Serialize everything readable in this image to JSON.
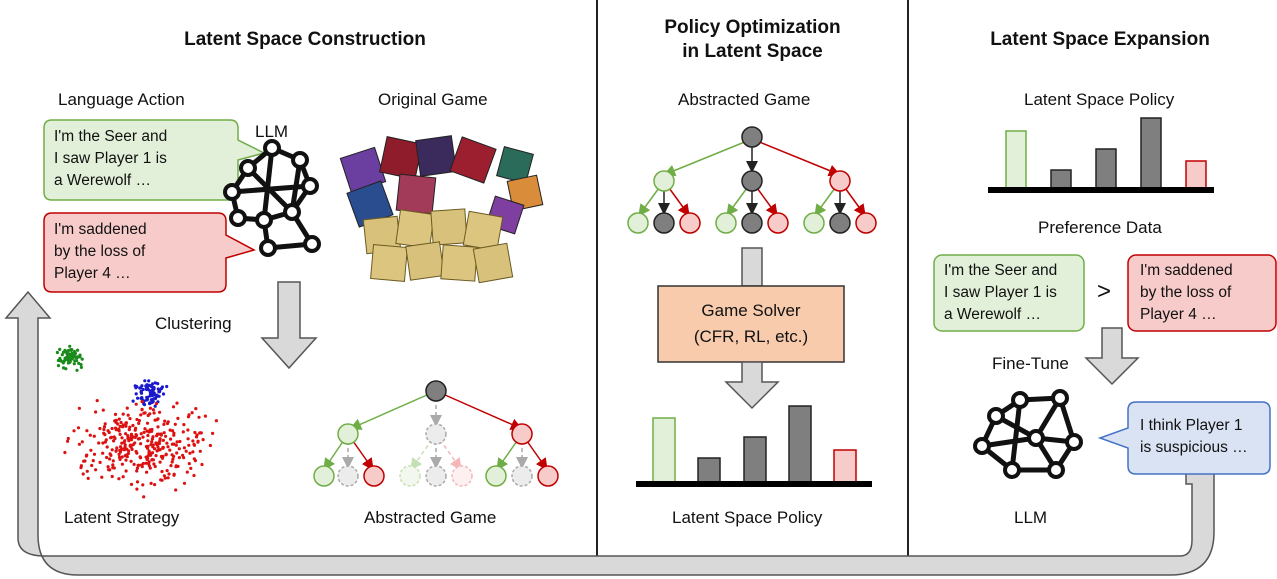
{
  "sections": {
    "construction_title": "Latent Space Construction",
    "optimization_title": "Policy Optimization\nin Latent Space",
    "expansion_title": "Latent Space Expansion"
  },
  "construction": {
    "language_action_label": "Language Action",
    "original_game_label": "Original Game",
    "llm_label": "LLM",
    "bubble_green": "I'm the Seer and\nI saw Player 1 is\na Werewolf …",
    "bubble_red": "I'm saddened\nby the loss of\nPlayer 4 …",
    "clustering_label": "Clustering",
    "latent_strategy_label": "Latent Strategy",
    "abstracted_game_label": "Abstracted Game"
  },
  "optimization": {
    "abstracted_game_label": "Abstracted Game",
    "solver_text": "Game Solver\n(CFR, RL, etc.)",
    "policy_label": "Latent Space Policy"
  },
  "expansion": {
    "policy_label": "Latent Space Policy",
    "preference_label": "Preference Data",
    "bubble_green": "I'm the Seer and\nI saw Player 1 is\na Werewolf …",
    "bubble_red": "I'm saddened\nby the loss of\nPlayer 4 …",
    "gt_symbol": ">",
    "finetune_label": "Fine-Tune",
    "bubble_blue": "I think Player 1\nis suspicious …",
    "llm_label": "LLM"
  },
  "colors": {
    "green_fill": "#e2f0d9",
    "green_stroke": "#70ad47",
    "red_fill": "#f8cbcb",
    "red_stroke": "#c00000",
    "blue_fill": "#dae3f3",
    "blue_stroke": "#4472c4",
    "gray_node": "#7f7f7f",
    "solver_fill": "#f8cbad"
  }
}
